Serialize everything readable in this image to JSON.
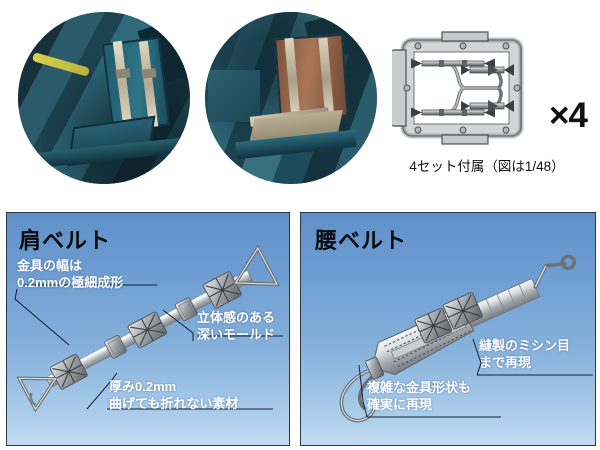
{
  "top": {
    "photos": [
      {
        "name": "cockpit-photo-left",
        "alt": "aircraft cockpit seat with belts installed"
      },
      {
        "name": "cockpit-photo-right",
        "alt": "aircraft cockpit seat with brown cushion and tan belts"
      }
    ],
    "sprue": {
      "multiplier": "×4",
      "caption": "4セット付属（図は1/48）",
      "part_count": 4
    }
  },
  "panels": [
    {
      "id": "shoulder-belt",
      "title": "肩ベルト",
      "notes": [
        {
          "id": "note-fitting-width",
          "lines": [
            "金具の幅は",
            "0.2mmの極細成形"
          ]
        },
        {
          "id": "note-deep-mold",
          "lines": [
            "立体感のある",
            "深いモールド"
          ]
        },
        {
          "id": "note-thickness",
          "lines": [
            "厚み0.2mm",
            "曲げても折れない素材"
          ]
        }
      ]
    },
    {
      "id": "lap-belt",
      "title": "腰ベルト",
      "notes": [
        {
          "id": "note-stitching",
          "lines": [
            "縫製のミシン目",
            "まで再現"
          ]
        },
        {
          "id": "note-complex-fitting",
          "lines": [
            "複雑な金具形状も",
            "確実に再現"
          ]
        }
      ]
    }
  ],
  "colors": {
    "panel_sky_top": "#5e90c8",
    "panel_sky_bottom": "#c3dcf2",
    "panel_border": "#2d3a46",
    "note_text": "#ffffff",
    "title_text": "#0b0b0b",
    "sprue_gray": "#b9bcbd",
    "metal_light": "#e4e6e8",
    "metal_dark": "#6e7376"
  }
}
